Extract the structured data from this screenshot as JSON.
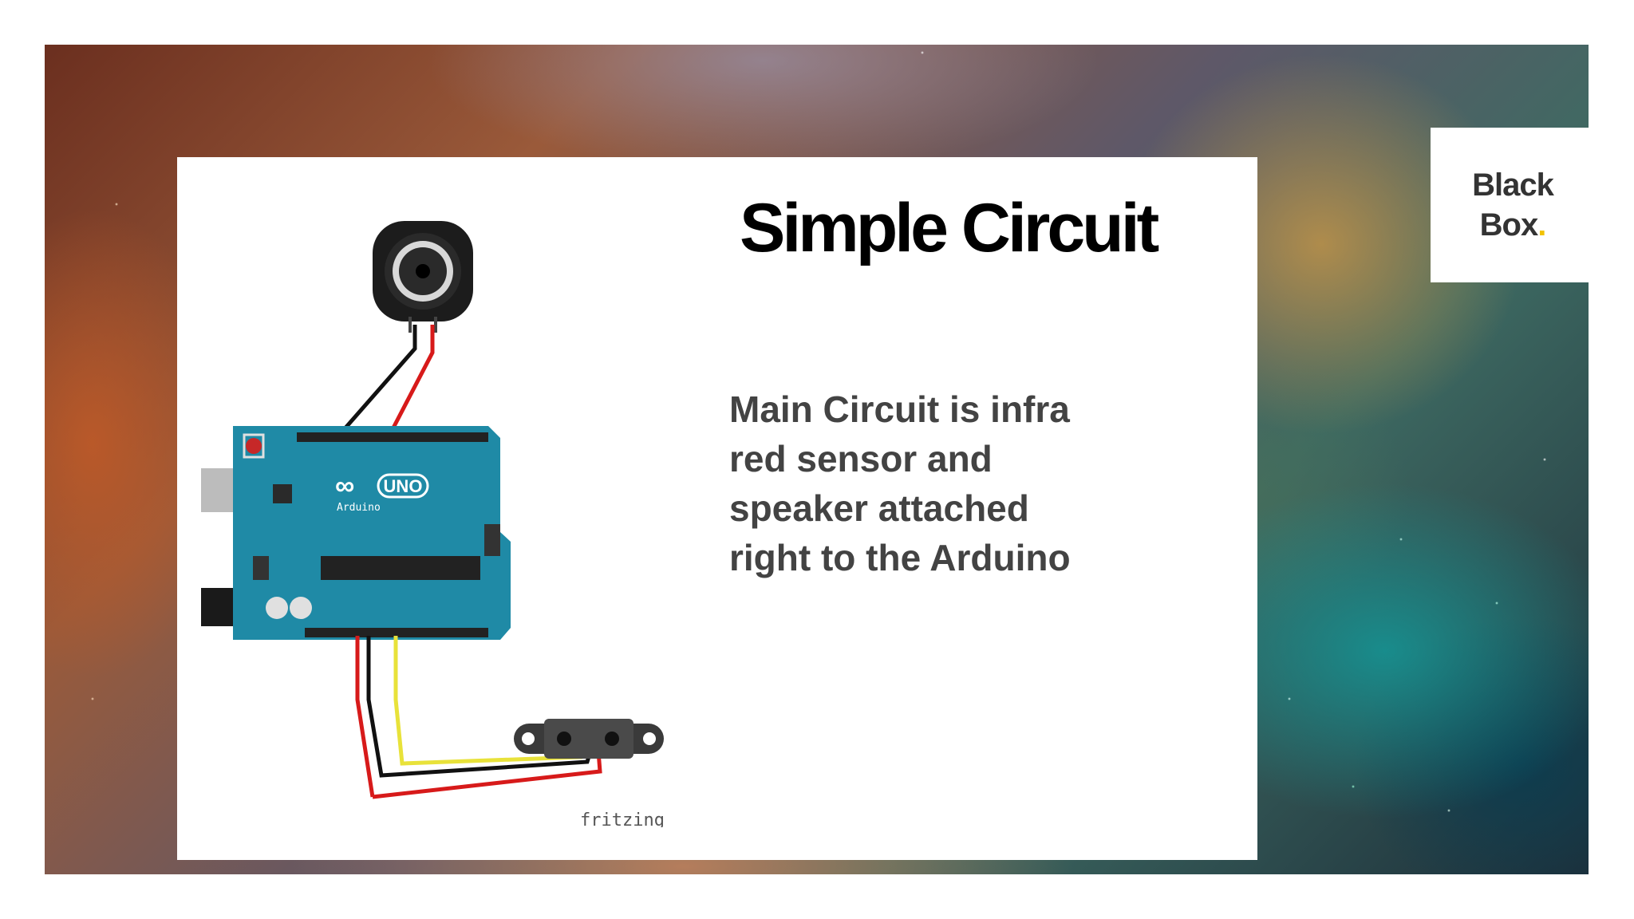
{
  "slide": {
    "title": "Simple Circuit",
    "body": "Main Circuit is infra\nred sensor and\nspeaker attached\nright to the Arduino",
    "logo": {
      "line1": "Black",
      "line2": "Box",
      "dot": ".",
      "dot_color": "#f2c200"
    },
    "diagram": {
      "board_label": "Arduino",
      "board_model": "UNO",
      "watermark": "fritzing",
      "board_color": "#1f8aa6",
      "wire_colors": {
        "ground": "#111111",
        "power": "#d71a1a",
        "signal": "#e8e23a"
      }
    }
  }
}
